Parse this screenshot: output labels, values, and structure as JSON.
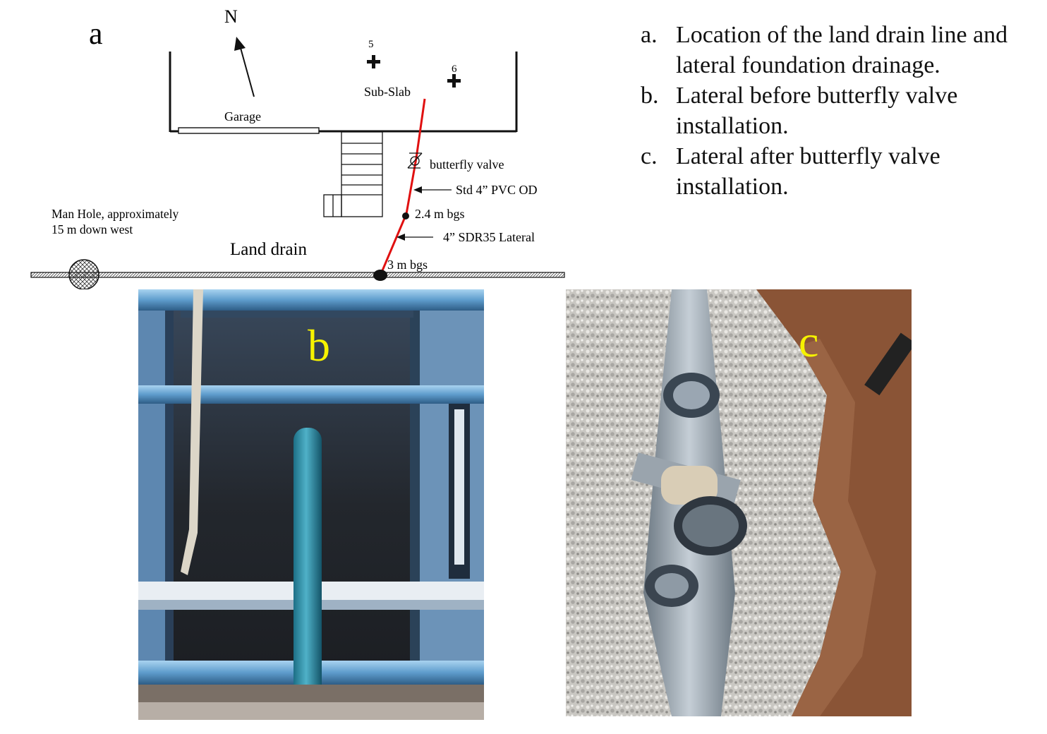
{
  "panel_a": {
    "label": "a",
    "north": "N",
    "marker_5": "5",
    "marker_6": "6",
    "sub_slab": "Sub-Slab",
    "garage": "Garage",
    "butterfly_valve": "butterfly valve",
    "pvc": "Std 4” PVC OD",
    "depth_24": "2.4 m bgs",
    "manhole_line1": "Man Hole, approximately",
    "manhole_line2": "15 m down west",
    "lateral": "4” SDR35 Lateral",
    "land_drain": "Land drain",
    "depth_3": "3 m bgs"
  },
  "caption": [
    {
      "letter": "a.",
      "line1": "Location of the land drain line and",
      "line2": "lateral foundation drainage."
    },
    {
      "letter": "b.",
      "line1": "Lateral before butterfly valve",
      "line2": "installation."
    },
    {
      "letter": "c.",
      "line1": "Lateral after butterfly valve",
      "line2": "installation."
    }
  ],
  "photo_b": {
    "label": "b"
  },
  "photo_c": {
    "label": "c"
  },
  "colors": {
    "lateral_line": "#e01010",
    "photo_label": "#f6f200"
  }
}
